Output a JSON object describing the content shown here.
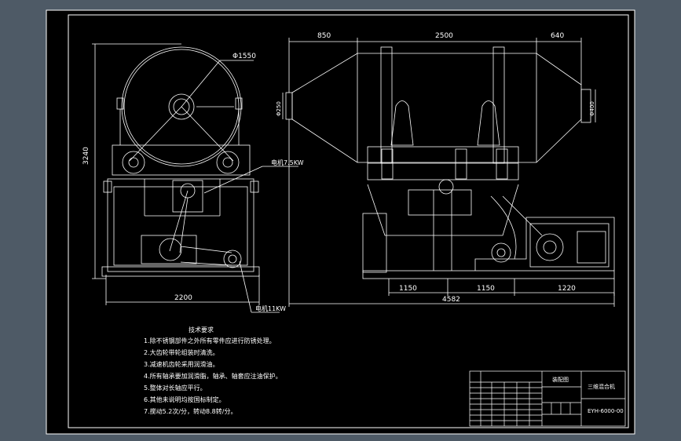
{
  "colors": {
    "frame_bg": "#4e5a66",
    "sheet_bg": "#000000",
    "border": "#ffffff",
    "line": "#ffffff",
    "dim_text": "#ffffff"
  },
  "dimensions": {
    "diameter_drum": "Φ1550",
    "height_total": "3240",
    "width_side": "2200",
    "length_850": "850",
    "length_2500": "2500",
    "length_640": "640",
    "base_1150_a": "1150",
    "base_1150_b": "1150",
    "base_1220": "1220",
    "length_total": "4582",
    "left_port": "Φ250",
    "right_port": "Φ400"
  },
  "callouts": {
    "motor_label": "电机7.5KW",
    "lower_motor_label": "电机11KW"
  },
  "tech": {
    "title": "技术要求",
    "items": [
      "1.除不锈钢部件之外所有零件应进行防锈处理。",
      "2.大齿轮带轮组装时清洗。",
      "3.减速机齿轮采用润滑油。",
      "4.所有轴承要加润滑脂，轴承、轴套应注油保护。",
      "5.整体对长轴应平行。",
      "6.其他未说明均按国标制定。",
      "7.搅动5.2次/分，转动8.8转/分。"
    ]
  },
  "title_block": {
    "drawing_name": "装配图",
    "product_name": "三维混合机",
    "drawing_no": "EYH-6000-00"
  }
}
